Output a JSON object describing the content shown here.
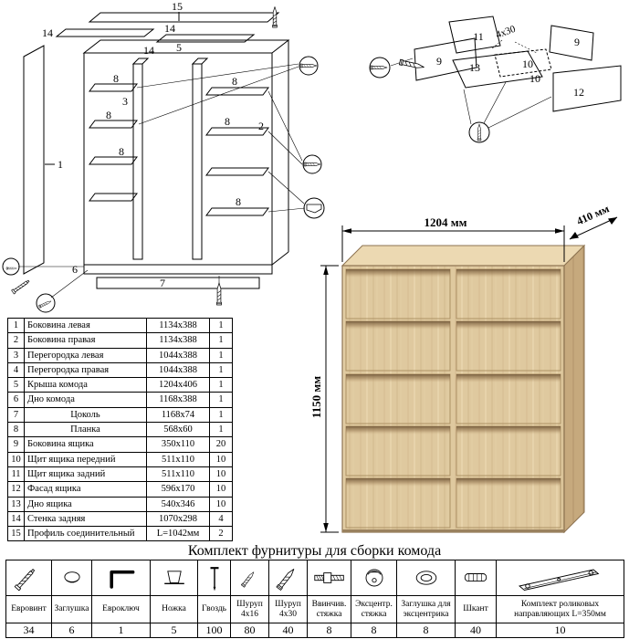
{
  "title": "Комплект фурнитуры для сборки комода",
  "dimensions": {
    "width": "1204 мм",
    "depth": "410 мм",
    "height": "1150 мм"
  },
  "parts": {
    "rows": [
      {
        "num": "1",
        "name": "Боковина левая",
        "size": "1134x388",
        "qty": "1"
      },
      {
        "num": "2",
        "name": "Боковина правая",
        "size": "1134x388",
        "qty": "1"
      },
      {
        "num": "3",
        "name": "Перегородка левая",
        "size": "1044x388",
        "qty": "1"
      },
      {
        "num": "4",
        "name": "Перегородка правая",
        "size": "1044x388",
        "qty": "1"
      },
      {
        "num": "5",
        "name": "Крыша комода",
        "size": "1204x406",
        "qty": "1"
      },
      {
        "num": "6",
        "name": "Дно комода",
        "size": "1168x388",
        "qty": "1"
      },
      {
        "num": "7",
        "name": "Цоколь",
        "size": "1168x74",
        "qty": "1",
        "align": "center"
      },
      {
        "num": "8",
        "name": "Планка",
        "size": "568x60",
        "qty": "1",
        "align": "center"
      },
      {
        "num": "9",
        "name": "Боковина ящика",
        "size": "350x110",
        "qty": "20"
      },
      {
        "num": "10",
        "name": "Щит ящика передний",
        "size": "511x110",
        "qty": "10"
      },
      {
        "num": "11",
        "name": "Щит ящика задний",
        "size": "511x110",
        "qty": "10"
      },
      {
        "num": "12",
        "name": "Фасад ящика",
        "size": "596x170",
        "qty": "10"
      },
      {
        "num": "13",
        "name": "Дно ящика",
        "size": "540x346",
        "qty": "10"
      },
      {
        "num": "14",
        "name": "Стенка задняя",
        "size": "1070x298",
        "qty": "4"
      },
      {
        "num": "15",
        "name": "Профиль соединительный",
        "size": "L=1042мм",
        "qty": "2"
      }
    ]
  },
  "hardware": {
    "items": [
      {
        "name": "Евровинт",
        "qty": "34"
      },
      {
        "name": "Заглушка",
        "qty": "6"
      },
      {
        "name": "Евроключ",
        "qty": "1"
      },
      {
        "name": "Ножка",
        "qty": "5"
      },
      {
        "name": "Гвоздь",
        "qty": "100"
      },
      {
        "name": "Шуруп 4x16",
        "qty": "80"
      },
      {
        "name": "Шуруп 4x30",
        "qty": "40"
      },
      {
        "name": "Ввинчив. стяжка",
        "qty": "8"
      },
      {
        "name": "Эксцентр. стяжка",
        "qty": "8"
      },
      {
        "name": "Заглушка для эксцентрика",
        "qty": "8"
      },
      {
        "name": "Шкант",
        "qty": "40"
      },
      {
        "name": "Комплект роликовых направляющих L=350мм",
        "qty": "10"
      }
    ]
  },
  "cabinet_labels": {
    "p1": "1",
    "p2": "2",
    "p3": "3",
    "p5": "5",
    "p6": "6",
    "p7": "7",
    "p14a": "14",
    "p14b": "14",
    "p14c": "14",
    "p15": "15",
    "p8a": "8",
    "p8b": "8",
    "p8c": "8",
    "p8d": "8",
    "p8e": "8",
    "p8f": "8"
  },
  "drawer_labels": {
    "p9a": "9",
    "p9b": "9",
    "p10a": "10",
    "p10b": "10",
    "p11": "11",
    "p12": "12",
    "p13": "13",
    "screw": "4x30"
  }
}
